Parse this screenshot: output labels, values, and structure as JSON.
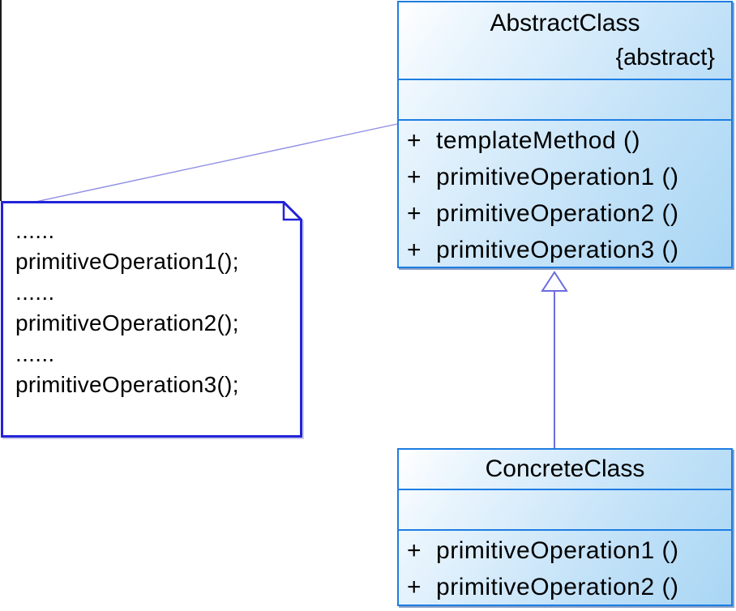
{
  "note": {
    "lines": [
      "......",
      "primitiveOperation1();",
      "......",
      "primitiveOperation2();",
      "......",
      "primitiveOperation3();"
    ]
  },
  "abstract_class": {
    "title": "AbstractClass",
    "stereotype": "{abstract}",
    "methods": [
      {
        "sign": "+",
        "label": "templateMethod ()"
      },
      {
        "sign": "+",
        "label": "primitiveOperation1 ()"
      },
      {
        "sign": "+",
        "label": "primitiveOperation2 ()"
      },
      {
        "sign": "+",
        "label": "primitiveOperation3 ()"
      }
    ]
  },
  "concrete_class": {
    "title": "ConcreteClass",
    "methods": [
      {
        "sign": "+",
        "label": "primitiveOperation1 ()"
      },
      {
        "sign": "+",
        "label": "primitiveOperation2 ()"
      }
    ]
  },
  "colors": {
    "class_border": "#1d7de2",
    "class_fill_start": "#ffffff",
    "class_fill_end": "#a9d6f4",
    "note_border": "#2323d8",
    "generalization": "#6b6be0",
    "note_link": "#8f8fe4",
    "text_color": "#000000"
  }
}
